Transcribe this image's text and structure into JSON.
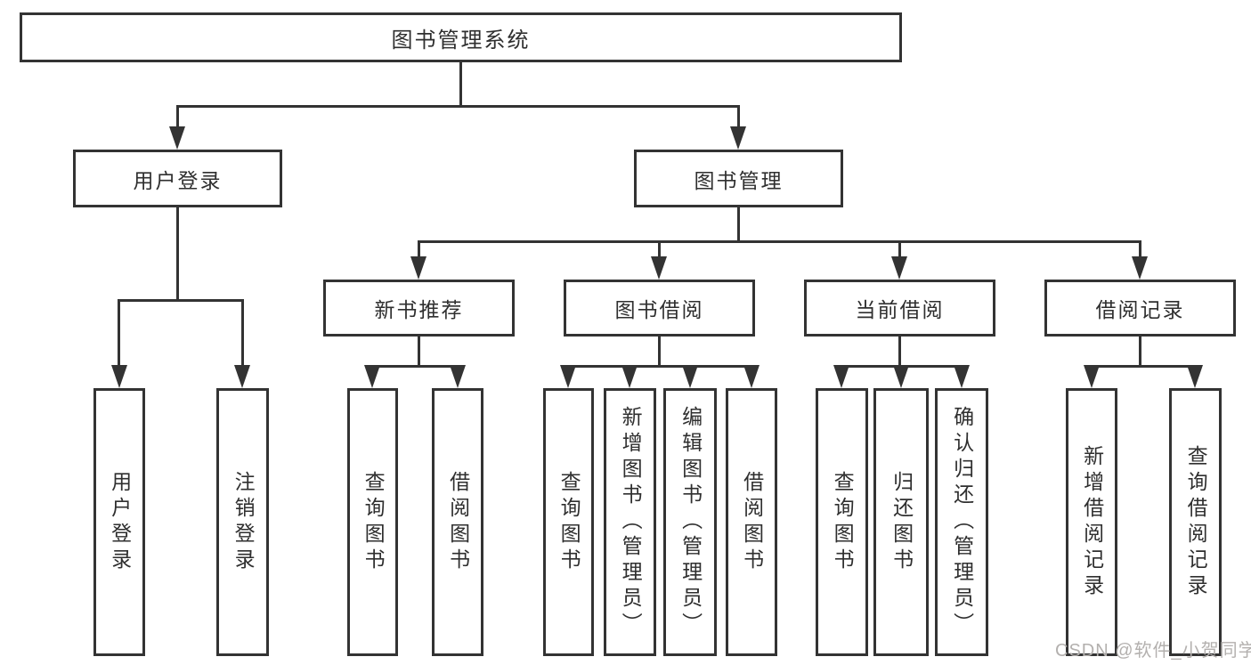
{
  "diagram": {
    "title": "图书管理系统",
    "branches": [
      {
        "label": "用户登录",
        "children": [
          {
            "label": "用户登录"
          },
          {
            "label": "注销登录"
          }
        ]
      },
      {
        "label": "图书管理",
        "children": [
          {
            "label": "新书推荐",
            "children": [
              {
                "label": "查询图书"
              },
              {
                "label": "借阅图书"
              }
            ]
          },
          {
            "label": "图书借阅",
            "children": [
              {
                "label": "查询图书"
              },
              {
                "label": "新增图书（管理员）"
              },
              {
                "label": "编辑图书（管理员）"
              },
              {
                "label": "借阅图书"
              }
            ]
          },
          {
            "label": "当前借阅",
            "children": [
              {
                "label": "查询图书"
              },
              {
                "label": "归还图书"
              },
              {
                "label": "确认归还（管理员）"
              }
            ]
          },
          {
            "label": "借阅记录",
            "children": [
              {
                "label": "新增借阅记录"
              },
              {
                "label": "查询借阅记录"
              }
            ]
          }
        ]
      }
    ]
  },
  "watermark": {
    "text": "CSDN @软件_小贺同学",
    "color": "#b3b0ae"
  },
  "colors": {
    "background": "#ffffff",
    "line": "#333333",
    "text": "#2f2f2f"
  }
}
